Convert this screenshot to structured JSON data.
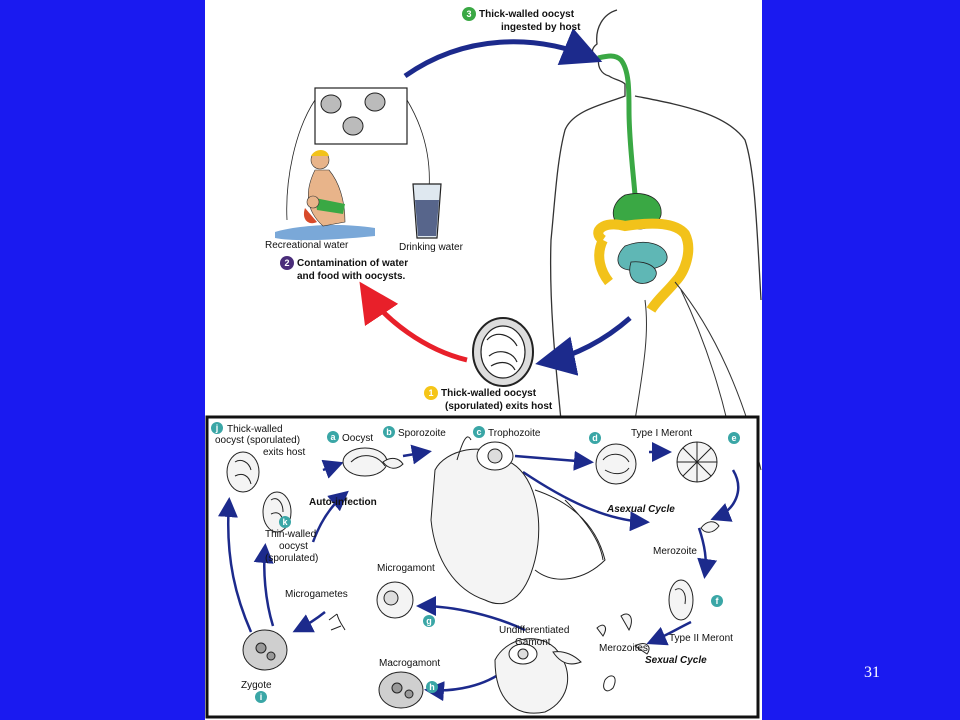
{
  "colors": {
    "background": "#1a1af0",
    "panel": "#ffffff",
    "arrow_blue": "#1c2a8c",
    "arrow_red": "#e8202a",
    "digestive_green": "#3aa844",
    "intestine_yellow": "#f2c21a",
    "intestine_teal": "#5fb7b5",
    "badge_teal": "#3aa6a6",
    "badge_yellow": "#f5c518",
    "badge_purple": "#4a2d7a"
  },
  "top_cycle": {
    "step3": {
      "num": "3",
      "line1": "Thick-walled oocyst",
      "line2": "ingested by host"
    },
    "step2": {
      "num": "2",
      "line1": "Contamination of water",
      "line2": "and food with oocysts."
    },
    "step1": {
      "num": "1",
      "line1": "Thick-walled oocyst",
      "line2": "(sporulated) exits host"
    },
    "recreational_water": "Recreational water",
    "drinking_water": "Drinking water"
  },
  "bottom_cycle": {
    "j": {
      "badge": "j",
      "line1": "Thick-walled",
      "line2": "oocyst (sporulated)",
      "line3": "exits host"
    },
    "a": {
      "badge": "a",
      "label": "Oocyst"
    },
    "b": {
      "badge": "b",
      "label": "Sporozoite"
    },
    "c": {
      "badge": "c",
      "label": "Trophozoite"
    },
    "d": {
      "badge": "d",
      "label": "Type I Meront"
    },
    "e": {
      "badge": "e"
    },
    "k": {
      "badge": "k",
      "line1": "Thin-walled",
      "line2": "oocyst",
      "line3": "(sporulated)"
    },
    "auto_infection": "Auto-infection",
    "asexual_cycle": "Asexual Cycle",
    "merozoite": "Merozoite",
    "f": {
      "badge": "f",
      "label": "Type II Meront"
    },
    "microgamont": "Microgamont",
    "microgametes": "Microgametes",
    "g": {
      "badge": "g"
    },
    "undifferentiated_line1": "Undifferentiated",
    "undifferentiated_line2": "Gamont",
    "merozoites": "Merozoites",
    "sexual_cycle": "Sexual Cycle",
    "h": {
      "badge": "h",
      "label": "Macrogamont"
    },
    "i": {
      "badge": "i",
      "label": "Zygote"
    }
  },
  "slide_number": "31"
}
